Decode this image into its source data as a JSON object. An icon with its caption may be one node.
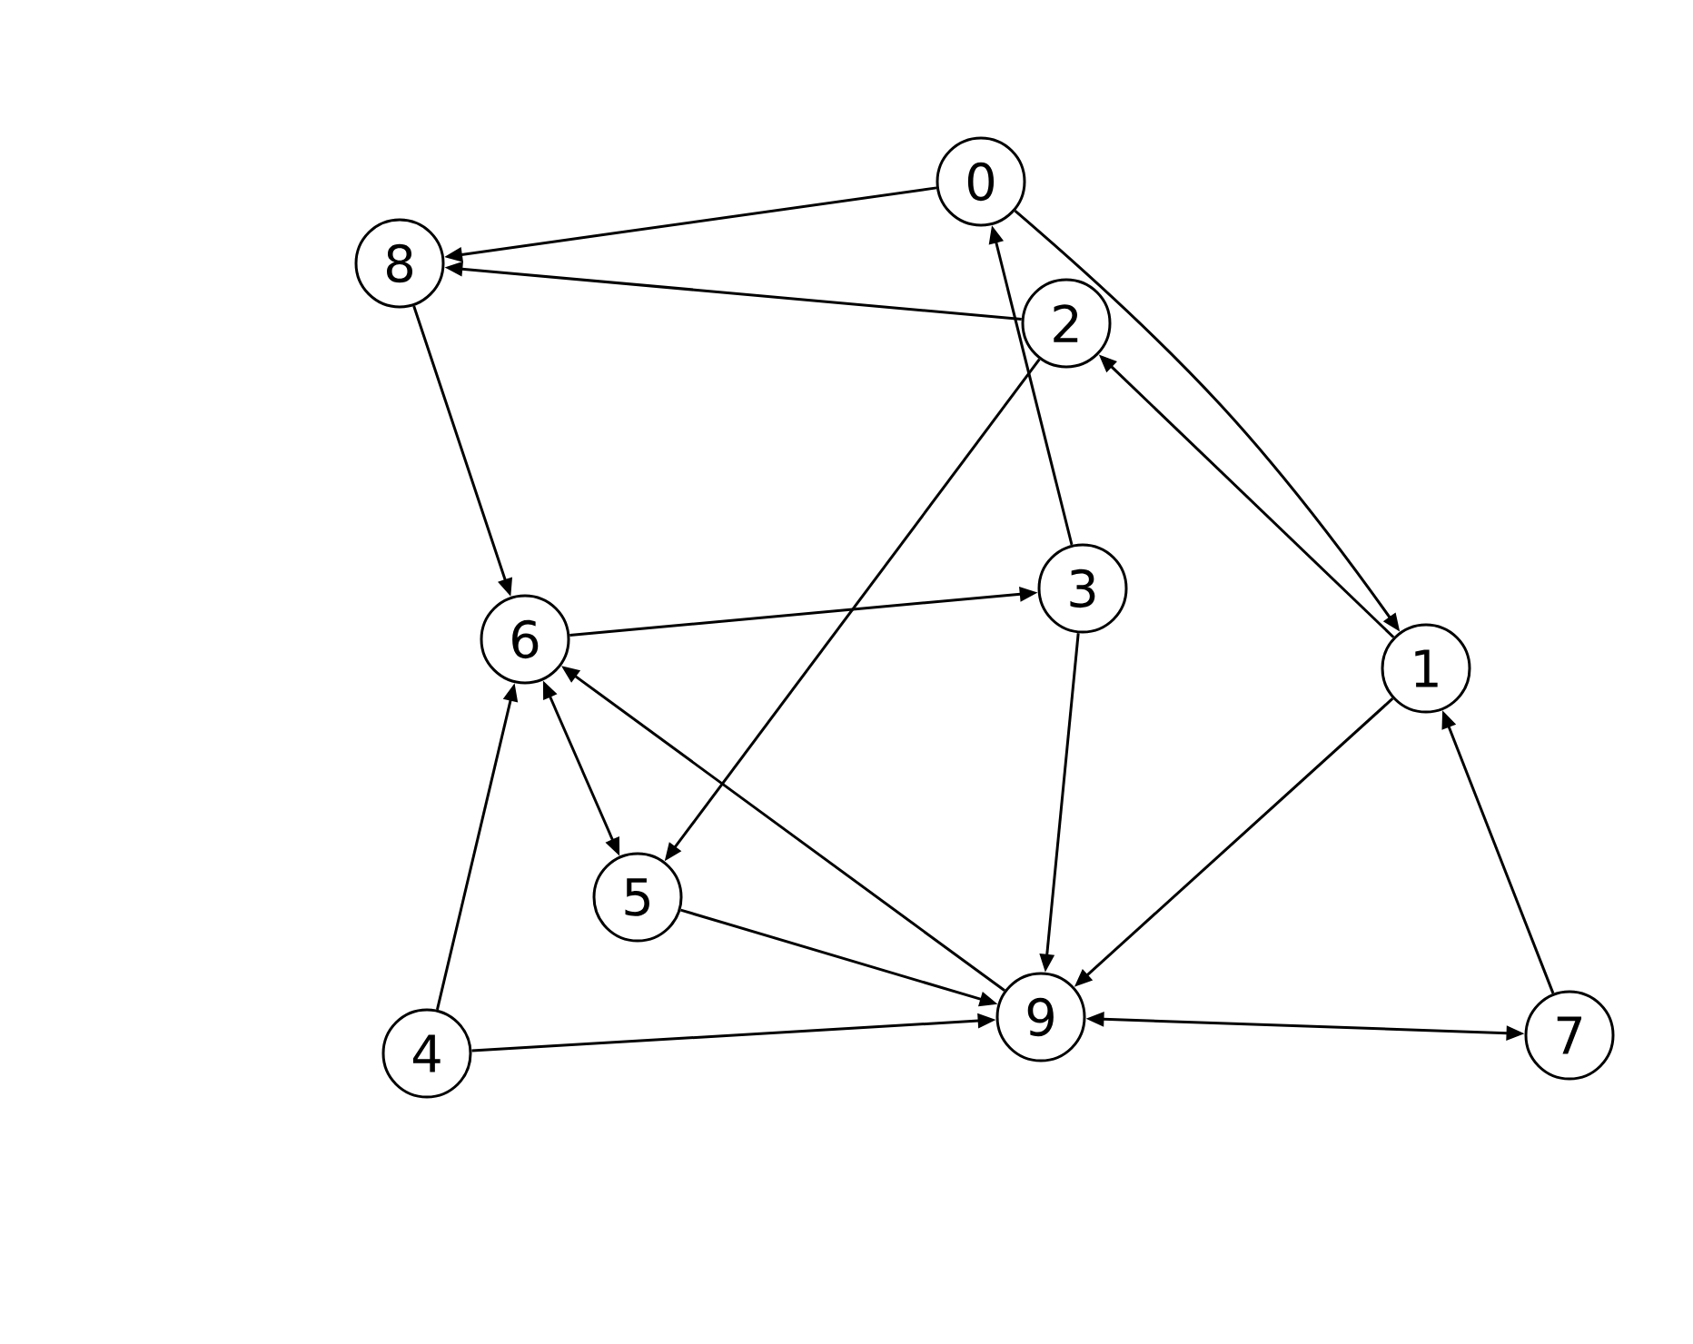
{
  "diagram": {
    "nodes": [
      {
        "text": [
          "0"
        ]
      },
      {
        "text": [
          "8"
        ]
      },
      {
        "text": [
          "2"
        ]
      },
      {
        "text": [
          "3"
        ]
      },
      {
        "text": [
          "6"
        ]
      },
      {
        "text": [
          "1"
        ]
      },
      {
        "text": [
          "5"
        ]
      },
      {
        "text": [
          "9"
        ]
      },
      {
        "text": [
          "7"
        ]
      },
      {
        "text": [
          "4"
        ]
      }
    ],
    "edges": [
      {
        "from": 0,
        "to": 1,
        "arrow": "to"
      },
      {
        "from": 2,
        "to": 1,
        "arrow": "to"
      },
      {
        "from": 0,
        "to": 5,
        "arrow": "to"
      },
      {
        "from": 5,
        "to": 2,
        "arrow": "to"
      },
      {
        "from": 1,
        "to": 4,
        "arrow": "to"
      },
      {
        "from": 2,
        "to": 6,
        "arrow": "to"
      },
      {
        "from": 3,
        "to": 0,
        "arrow": "to"
      },
      {
        "from": 4,
        "to": 3,
        "arrow": "to"
      },
      {
        "from": 3,
        "to": 7,
        "arrow": "to"
      },
      {
        "from": 5,
        "to": 7,
        "arrow": "to"
      },
      {
        "from": 8,
        "to": 5,
        "arrow": "to"
      },
      {
        "from": 7,
        "to": 8,
        "arrow": "both"
      },
      {
        "from": 7,
        "to": 4,
        "arrow": "to"
      },
      {
        "from": 4,
        "to": 6,
        "arrow": "both"
      },
      {
        "from": 6,
        "to": 7,
        "arrow": "to"
      },
      {
        "from": 9,
        "to": 4,
        "arrow": "to"
      },
      {
        "from": 9,
        "to": 7,
        "arrow": "to"
      }
    ]
  }
}
